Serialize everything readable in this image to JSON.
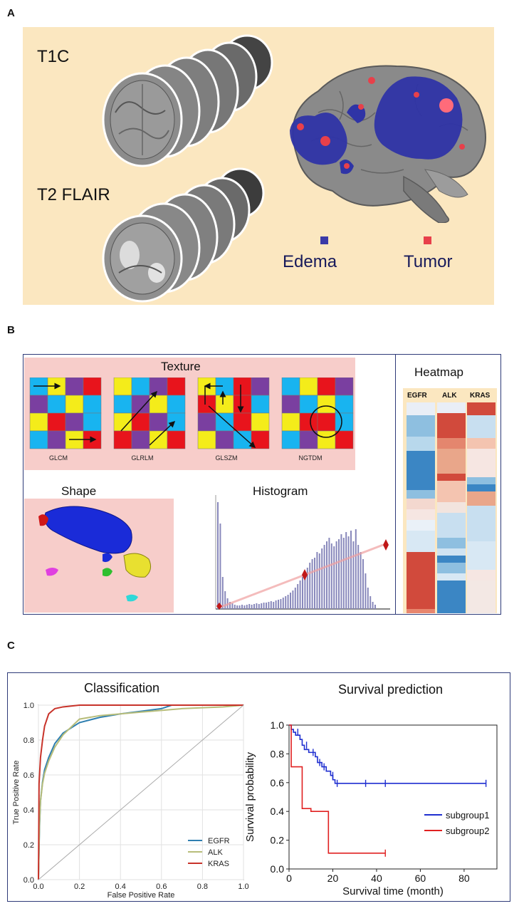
{
  "panel_a": {
    "label": "A",
    "seq1": "T1C",
    "seq2": "T2 FLAIR",
    "legend": [
      {
        "name": "Edema",
        "color": "#3a3aa8"
      },
      {
        "name": "Tumor",
        "color": "#e8404a"
      }
    ]
  },
  "panel_b": {
    "label": "B",
    "texture_title": "Texture",
    "matrices": [
      "GLCM",
      "GLRLM",
      "GLSZM",
      "NGTDM"
    ],
    "shape_title": "Shape",
    "histogram_title": "Histogram",
    "heatmap_title": "Heatmap",
    "heatmap_columns": [
      "EGFR",
      "ALK",
      "KRAS"
    ]
  },
  "panel_c": {
    "label": "C",
    "classification_title": "Classification",
    "survival_title": "Survival prediction"
  },
  "chart_data": [
    {
      "type": "line",
      "title": "Classification",
      "xlabel": "False Positive Rate",
      "ylabel": "True Positive Rate",
      "xlim": [
        0,
        1.0
      ],
      "ylim": [
        0,
        1.0
      ],
      "xticks": [
        "0.0",
        "0.2",
        "0.4",
        "0.6",
        "0.8",
        "1.0"
      ],
      "yticks": [
        "0.0",
        "0.2",
        "0.4",
        "0.6",
        "0.8",
        "1.0"
      ],
      "grid": true,
      "legend_position": "bottom-right",
      "series": [
        {
          "name": "EGFR",
          "color": "#2f7fb0",
          "x": [
            0,
            0.005,
            0.01,
            0.02,
            0.03,
            0.05,
            0.08,
            0.12,
            0.2,
            0.3,
            0.4,
            0.5,
            0.6,
            0.65,
            0.8,
            1.0
          ],
          "y": [
            0,
            0.3,
            0.45,
            0.56,
            0.63,
            0.7,
            0.78,
            0.84,
            0.9,
            0.93,
            0.95,
            0.965,
            0.98,
            1.0,
            1.0,
            1.0
          ]
        },
        {
          "name": "ALK",
          "color": "#b7bd7a",
          "x": [
            0,
            0.005,
            0.01,
            0.02,
            0.03,
            0.05,
            0.08,
            0.12,
            0.2,
            0.3,
            0.4,
            0.5,
            0.6,
            0.7,
            0.8,
            0.9,
            1.0
          ],
          "y": [
            0,
            0.32,
            0.45,
            0.55,
            0.61,
            0.68,
            0.76,
            0.83,
            0.92,
            0.94,
            0.95,
            0.96,
            0.97,
            0.98,
            0.985,
            0.99,
            1.0
          ]
        },
        {
          "name": "KRAS",
          "color": "#c8332a",
          "x": [
            0,
            0.003,
            0.01,
            0.02,
            0.03,
            0.05,
            0.08,
            0.12,
            0.2,
            0.4,
            1.0
          ],
          "y": [
            0,
            0.55,
            0.7,
            0.8,
            0.88,
            0.95,
            0.98,
            0.99,
            1.0,
            1.0,
            1.0
          ]
        },
        {
          "name": "",
          "color": "#aaaaaa",
          "x": [
            0,
            1.0
          ],
          "y": [
            0,
            1.0
          ]
        }
      ]
    },
    {
      "type": "line",
      "title": "Survival prediction",
      "xlabel": "Survival time (month)",
      "ylabel": "Survival probability",
      "xlim": [
        0,
        95
      ],
      "ylim": [
        0,
        1.0
      ],
      "xticks": [
        "0",
        "20",
        "40",
        "60",
        "80"
      ],
      "yticks": [
        "0.0",
        "0.2",
        "0.4",
        "0.6",
        "0.8",
        "1.0"
      ],
      "grid": false,
      "legend_position": "right",
      "series": [
        {
          "name": "subgroup1",
          "color": "#1f2fd0",
          "x": [
            0,
            1,
            1,
            2,
            2,
            3,
            3,
            5,
            5,
            6,
            6,
            7,
            7,
            9,
            9,
            12,
            12,
            13,
            13,
            15,
            15,
            17,
            17,
            19,
            19,
            20,
            20,
            21,
            21,
            90
          ],
          "y": [
            1.0,
            1.0,
            0.97,
            0.97,
            0.95,
            0.95,
            0.93,
            0.93,
            0.9,
            0.9,
            0.86,
            0.86,
            0.83,
            0.83,
            0.81,
            0.81,
            0.78,
            0.78,
            0.74,
            0.74,
            0.71,
            0.71,
            0.68,
            0.68,
            0.65,
            0.65,
            0.62,
            0.62,
            0.595,
            0.595
          ],
          "censor_x": [
            4,
            8,
            11,
            14,
            16,
            20,
            22,
            35,
            44,
            90
          ],
          "censor_y": [
            0.95,
            0.86,
            0.81,
            0.74,
            0.71,
            0.65,
            0.595,
            0.595,
            0.595,
            0.595
          ]
        },
        {
          "name": "subgroup2",
          "color": "#e02020",
          "x": [
            0,
            1,
            1,
            6,
            6,
            10,
            10,
            18,
            18,
            44
          ],
          "y": [
            1.0,
            1.0,
            0.71,
            0.71,
            0.42,
            0.42,
            0.4,
            0.4,
            0.11,
            0.11
          ],
          "censor_x": [
            44
          ],
          "censor_y": [
            0.11
          ]
        }
      ]
    }
  ]
}
